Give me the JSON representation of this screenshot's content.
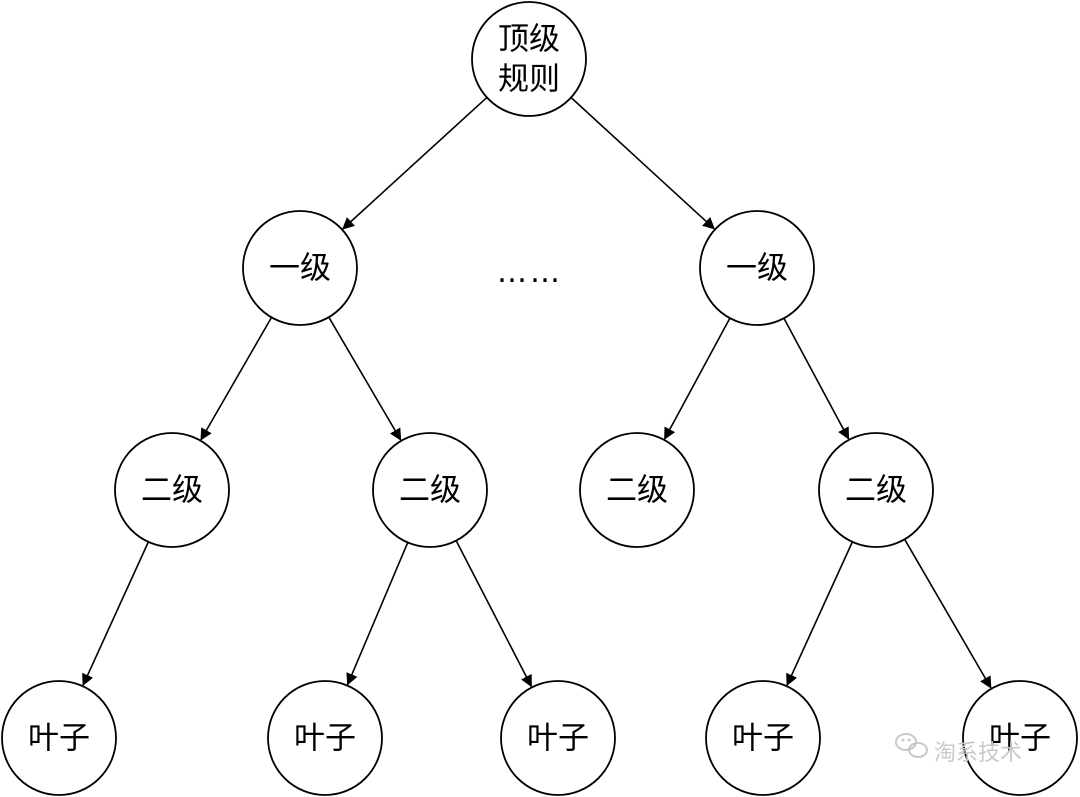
{
  "nodes": {
    "root": {
      "lines": [
        "顶级",
        "规则"
      ]
    },
    "l1a": {
      "lines": [
        "一级"
      ]
    },
    "l1b": {
      "lines": [
        "一级"
      ]
    },
    "l2a": {
      "lines": [
        "二级"
      ]
    },
    "l2b": {
      "lines": [
        "二级"
      ]
    },
    "l2c": {
      "lines": [
        "二级"
      ]
    },
    "l2d": {
      "lines": [
        "二级"
      ]
    },
    "leaf1": {
      "lines": [
        "叶子"
      ]
    },
    "leaf2": {
      "lines": [
        "叶子"
      ]
    },
    "leaf3": {
      "lines": [
        "叶子"
      ]
    },
    "leaf4": {
      "lines": [
        "叶子"
      ]
    },
    "leaf5": {
      "lines": [
        "叶子"
      ]
    }
  },
  "ellipsis": "……",
  "watermark": {
    "text": "淘系技术",
    "icon": "wechat-icon"
  },
  "colors": {
    "stroke": "#000000",
    "fill": "#ffffff",
    "text": "#000000",
    "watermark": "#c8c8c8"
  }
}
